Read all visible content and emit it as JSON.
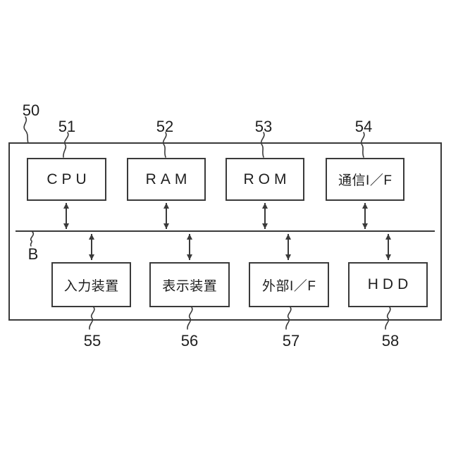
{
  "figure": {
    "system_ref": "50",
    "bus_ref": "B",
    "top_boxes": [
      {
        "ref": "51",
        "label": "CPU"
      },
      {
        "ref": "52",
        "label": "RAM"
      },
      {
        "ref": "53",
        "label": "ROM"
      },
      {
        "ref": "54",
        "label": "通信I／F"
      }
    ],
    "bottom_boxes": [
      {
        "ref": "55",
        "label": "入力装置"
      },
      {
        "ref": "56",
        "label": "表示装置"
      },
      {
        "ref": "57",
        "label": "外部I／F"
      },
      {
        "ref": "58",
        "label": "HDD"
      }
    ],
    "ink_color": "#3a3a3a",
    "background_color": "#ffffff"
  }
}
